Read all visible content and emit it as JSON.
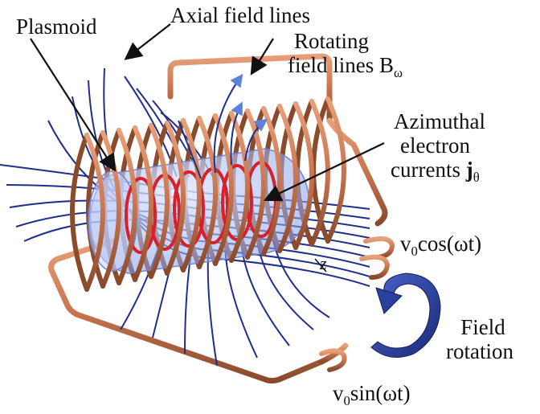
{
  "labels": {
    "plasmoid": "Plasmoid",
    "axial": "Axial field lines",
    "rotating_line1": "Rotating",
    "rotating_line2_prefix": "field lines B",
    "rotating_sub": "ω",
    "azimuthal_line1": "Azimuthal",
    "azimuthal_line2": "electron",
    "azimuthal_line3_prefix": "currents ",
    "azimuthal_j": "j",
    "azimuthal_sub": "θ",
    "vcos_v": "v",
    "vcos_sub": "0",
    "vcos_rest": "cos(ωt)",
    "vsin_v": "v",
    "vsin_sub": "0",
    "vsin_rest": "sin(ωt)",
    "z_axis": "z",
    "field_line1": "Field",
    "field_line2": "rotation"
  },
  "colors": {
    "copper": "#c8754f",
    "copper_dark": "#8a4a2c",
    "field_line": "#1f2f8c",
    "plasma": "#9fb4f0",
    "current": "#d8202a",
    "rotation_arrow": "#2b3f9e"
  }
}
